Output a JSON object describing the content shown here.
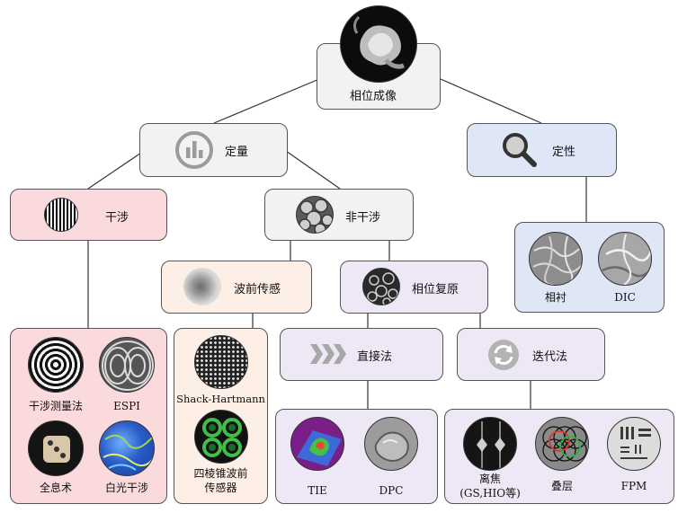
{
  "root": {
    "label": "相位成像"
  },
  "quant": {
    "label": "定量"
  },
  "qual": {
    "label": "定性"
  },
  "interf": {
    "label": "干涉"
  },
  "noninterf": {
    "label": "非干涉"
  },
  "wavefront": {
    "label": "波前传感"
  },
  "phaseret": {
    "label": "相位复原"
  },
  "direct": {
    "label": "直接法"
  },
  "iter": {
    "label": "迭代法"
  },
  "qual_methods": [
    "相衬",
    "DIC"
  ],
  "interf_methods": [
    "干涉测量法",
    "ESPI",
    "全息术",
    "白光干涉"
  ],
  "wavefront_methods": [
    "Shack-Hartmann",
    "四棱锥波前",
    "传感器"
  ],
  "direct_methods": [
    "TIE",
    "DPC"
  ],
  "iter_methods": [
    "离焦",
    "(GS,HIO等)",
    "叠层",
    "FPM"
  ]
}
